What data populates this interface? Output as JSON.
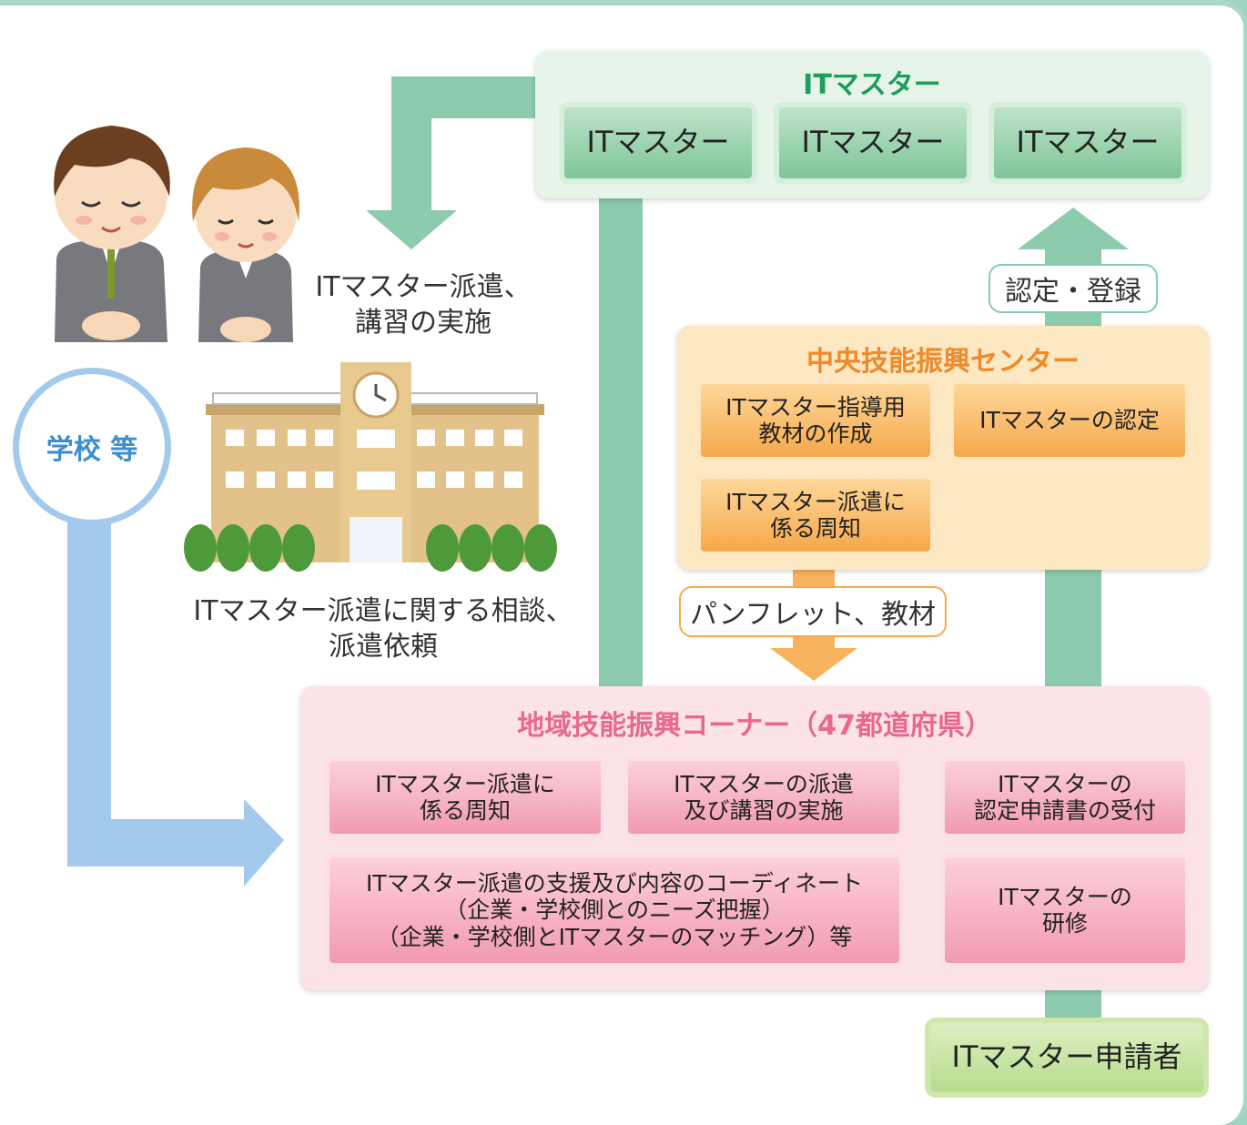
{
  "it_master_panel": {
    "title": "ITマスター",
    "boxes": [
      "ITマスター",
      "ITマスター",
      "ITマスター"
    ]
  },
  "school": {
    "label": "学校 等"
  },
  "captions": {
    "dispatch": "ITマスター派遣、\n講習の実施",
    "consult": "ITマスター派遣に関する相談、\n派遣依頼"
  },
  "central_center": {
    "title": "中央技能振興センター",
    "boxes": {
      "materials": "ITマスター指導用\n教材の作成",
      "certification": "ITマスターの認定",
      "notice": "ITマスター派遣に\n係る周知"
    }
  },
  "tags": {
    "certify_register": "認定・登録",
    "pamphlet": "パンフレット、教材"
  },
  "regional_corner": {
    "title": "地域技能振興コーナー（47都道府県）",
    "boxes": {
      "notice": "ITマスター派遣に\n係る周知",
      "dispatch": "ITマスターの派遣\n及び講習の実施",
      "application": "ITマスターの\n認定申請書の受付",
      "coordinate": "ITマスター派遣の支援及び内容のコーディネート\n（企業・学校側とのニーズ把握）\n（企業・学校側とITマスターのマッチング）等",
      "training": "ITマスターの\n研修"
    }
  },
  "applicant": {
    "label": "ITマスター申請者"
  },
  "colors": {
    "green": "#8ccbab",
    "green_title": "#1aa05a",
    "orange": "#f7a94c",
    "orange_title": "#ef8a2a",
    "pink_title": "#e9688b",
    "blue": "#a3caec",
    "blue_text": "#3b8ed0"
  }
}
